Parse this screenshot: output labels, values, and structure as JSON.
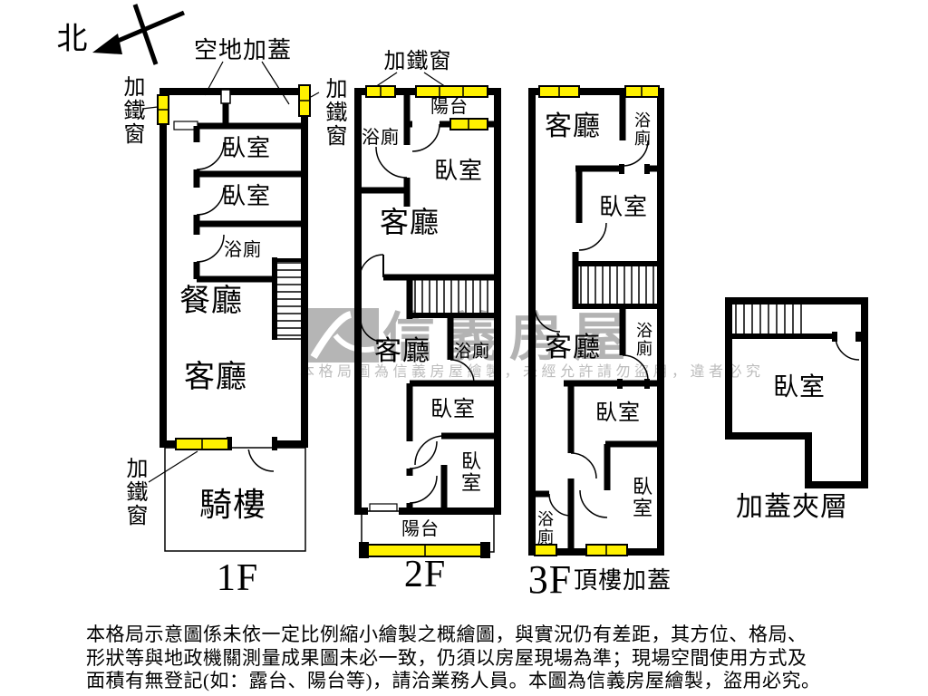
{
  "compass": {
    "north": "北"
  },
  "callouts": {
    "vacant_cover": "空地加蓋",
    "iron_window": "加鐵窗"
  },
  "floors": {
    "f1": {
      "label": "1F",
      "bedroom_a": "臥室",
      "bedroom_b": "臥室",
      "bath": "浴廁",
      "dining": "餐廳",
      "living": "客廳",
      "arcade": "騎樓"
    },
    "f2": {
      "label": "2F",
      "bath_top": "浴廁",
      "balcony_top": "陽台",
      "bedroom_top": "臥室",
      "living_upper": "客廳",
      "living_lower": "客廳",
      "bath_lower": "浴廁",
      "bedroom_mid": "臥室",
      "bedroom_low": "臥室",
      "balcony_bottom": "陽台"
    },
    "f3": {
      "label": "3F",
      "suffix": "頂樓加蓋",
      "living_top": "客廳",
      "bath_top": "浴廁",
      "bedroom_top": "臥室",
      "living_mid": "客廳",
      "bath_mid": "浴廁",
      "bedroom_mid": "臥室",
      "bedroom_low": "臥室",
      "bath_low": "浴廁"
    },
    "mezz": {
      "label": "加蓋夾層",
      "bedroom": "臥室"
    }
  },
  "colors": {
    "wall": "#000000",
    "window_marker": "#fff100",
    "watermark_gray": "#b3b3b3"
  },
  "watermark": {
    "brand": "信義房屋",
    "notice": "本格局圖為信義房屋繪製，未經允許請勿盜用，違者必究"
  },
  "disclaimer": {
    "line1": "本格局示意圖係未依一定比例縮小繪製之概繪圖，與實況仍有差距，其方位、格局、",
    "line2": "形狀等與地政機關測量成果圖未必一致，仍須以房屋現場為準；現場空間使用方式及",
    "line3": "面積有無登記(如：露台、陽台等)，請洽業務人員。本圖為信義房屋繪製，盜用必究。"
  }
}
